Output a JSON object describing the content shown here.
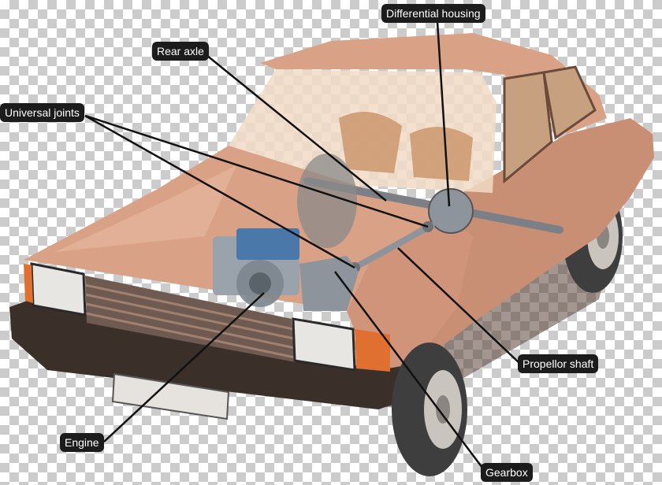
{
  "labels": {
    "differential_housing": "Differential housing",
    "rear_axle": "Rear axle",
    "universal_joints": "Universal joints",
    "propellor_shaft": "Propellor shaft",
    "engine": "Engine",
    "gearbox": "Gearbox"
  },
  "colors": {
    "body": "#d9a287",
    "body_shadow": "#b07a60",
    "dark": "#1c1c1c",
    "glass": "#f2dac6",
    "tyre": "#4a4a4a",
    "metal": "#9aa3ab",
    "blue": "#4a78a8",
    "orange": "#e07030"
  }
}
